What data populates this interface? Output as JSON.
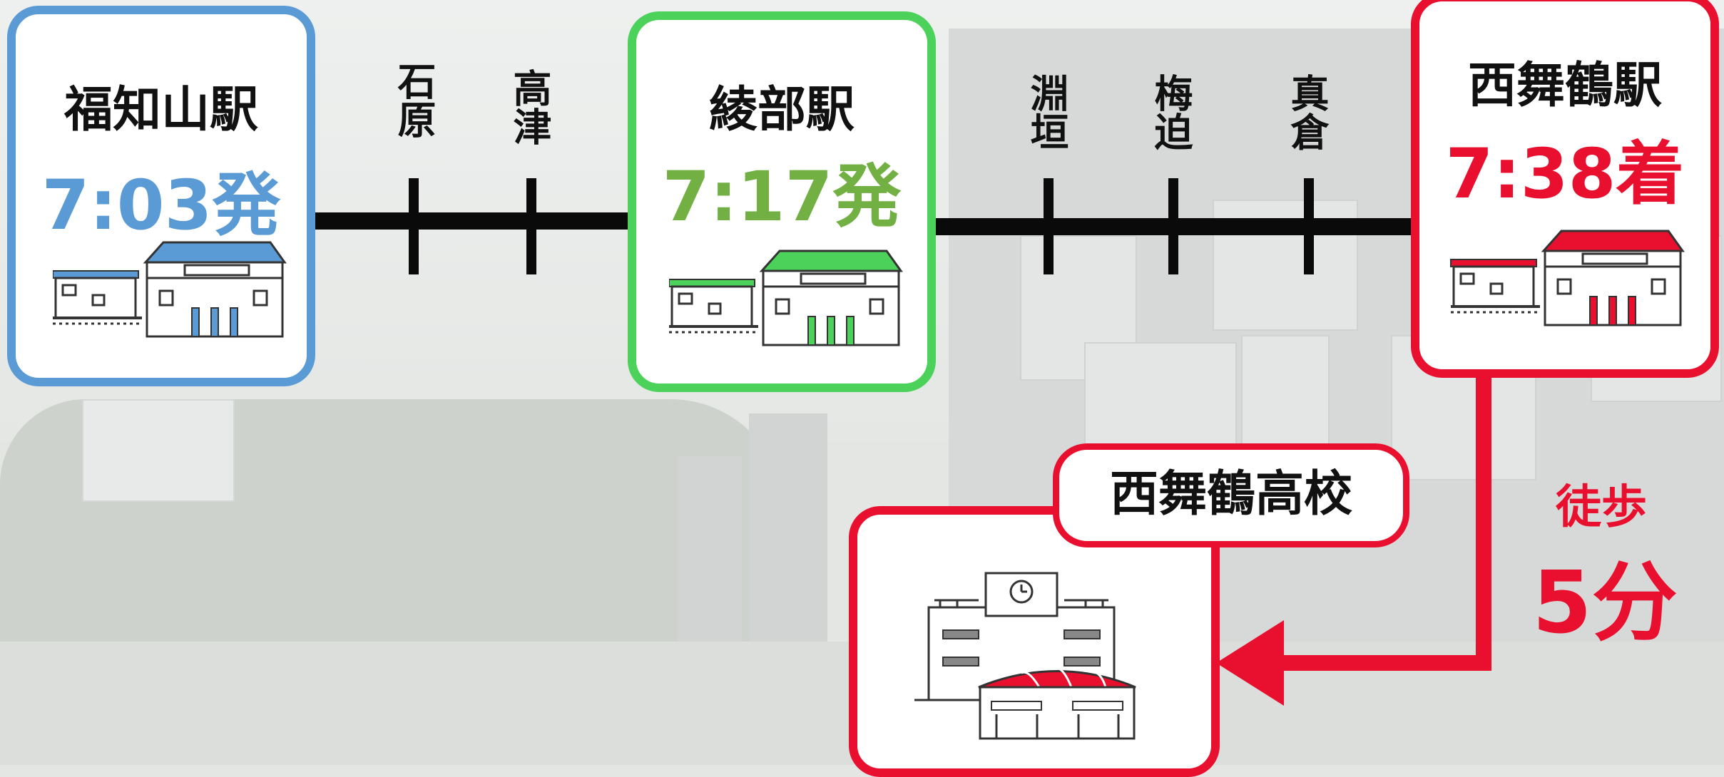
{
  "stations": {
    "fukuchiyama": {
      "name": "福知山駅",
      "time": "7:03発",
      "color": "#5b9bd5"
    },
    "ayabe": {
      "name": "綾部駅",
      "time": "7:17発",
      "color": "#4cd25a",
      "time_color": "#72b043"
    },
    "nishimaizuru": {
      "name": "西舞鶴駅",
      "time": "7:38着",
      "color": "#e8102e"
    }
  },
  "intermediate_stations": [
    "石原",
    "高津",
    "淵垣",
    "梅迫",
    "真倉"
  ],
  "walk": {
    "label": "徒歩",
    "duration": "5分"
  },
  "school": {
    "name": "西舞鶴高校"
  },
  "icons": [
    "station-building-icon",
    "school-building-icon",
    "arrow-icon"
  ]
}
